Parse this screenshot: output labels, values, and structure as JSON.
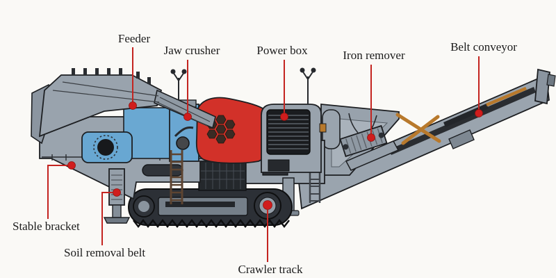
{
  "labels": {
    "feeder": "Feeder",
    "jaw_crusher": "Jaw crusher",
    "power_box": "Power box",
    "iron_remover": "Iron remover",
    "belt_conveyor": "Belt conveyor",
    "stable_bracket": "Stable bracket",
    "soil_removal_belt": "Soil removal belt",
    "crawler_track": "Crawler track"
  },
  "colors": {
    "leader_red": "#c42420",
    "dot_red": "#d01d1d",
    "machine_gray": "#9aa4ae",
    "machine_dark": "#1d1f22",
    "accent_blue": "#6aa8d2",
    "crusher_red": "#d23129",
    "strut_orange": "#b8792c",
    "track_dark": "#2c3036",
    "background": "#faf9f6",
    "label_text": "#1b1b1b"
  }
}
